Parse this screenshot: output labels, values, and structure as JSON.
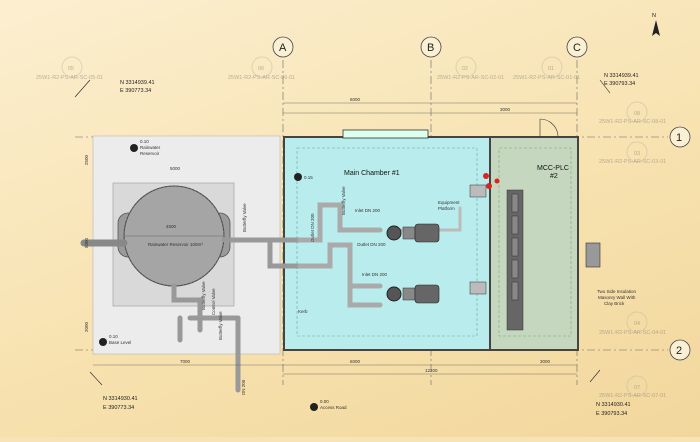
{
  "north_label": "N",
  "grid": {
    "columns": [
      "A",
      "B",
      "C"
    ],
    "rows": [
      "1",
      "2"
    ]
  },
  "rooms": {
    "main_chamber": "Main Chamber #1",
    "mcc_plc_line1": "MCC-PLC",
    "mcc_plc_line2": "#2"
  },
  "faint_markers": [
    {
      "num": "05",
      "ref": "25W1-R2-PS-AR-SC-05-01"
    },
    {
      "num": "06",
      "ref": "25W1-R2-PS-AR-SC-06-01"
    },
    {
      "num": "02",
      "ref": "25W1-R2-PS-AR-SC-02-01"
    },
    {
      "num": "01",
      "ref": "25W1-R2-PS-AR-SC-01-01"
    },
    {
      "num": "08",
      "ref": "25W1-R2-PS-AR-SC-08-01"
    },
    {
      "num": "03",
      "ref": "25W1-R2-PS-AR-SC-03-01"
    },
    {
      "num": "04",
      "ref": "25W1-R2-PS-AR-SC-04-01"
    },
    {
      "num": "07",
      "ref": "25W1-R2-PS-AR-SC-07-01"
    }
  ],
  "coords": {
    "nw": {
      "n": "N 3314939.41",
      "e": "E 390773.34"
    },
    "ne": {
      "n": "N 3314939.41",
      "e": "E 390793.34"
    },
    "sw": {
      "n": "N 3314930.41",
      "e": "E 390773.34"
    },
    "se": {
      "n": "N 3314930.41",
      "e": "E 390793.34"
    }
  },
  "labels": {
    "tank": "Rainwater Reservoir 100m³",
    "inlet_1": "Inlet DN 200",
    "outlet_1": "Outlet DN 200",
    "inlet_2": "Inlet DN 200",
    "equipment_platform_1": "Equipment",
    "equipment_platform_2": "Platform",
    "kerb": "Kerb",
    "butterfly_valve_1": "Butterfly Valve",
    "butterfly_valve_2": "Butterfly Valve",
    "control_valve": "Control Valve",
    "butterfly_valve_3": "Butterfly Valve",
    "outlet_dn": "Outlet DN 200",
    "butterfly_valve_4": "Butterfly Valve",
    "dn_pipe": "DN 200"
  },
  "notes": {
    "rainwater_line1": "0.10",
    "rainwater_line2": "Rainwater",
    "rainwater_line3": "Reservoir",
    "base_level_1": "0.10",
    "base_level_2": "Base Level",
    "road_1": "0.00",
    "road_2": "Access Road",
    "chamber_level": "0.15",
    "wall_1": "Two Side Insulation",
    "wall_2": "Masonry Wall With",
    "wall_3": "Clay Brick"
  },
  "dimensions": {
    "top_overall": "6000",
    "top_mcc": "3000",
    "tank_dia": "4500",
    "bottom_pad": "7000",
    "bottom_chamber": "6000",
    "bottom_overall": "12200",
    "bottom_mcc": "3000",
    "left_top": "2500",
    "left_mid": "5000",
    "left_bottom": "2000",
    "pad_width": "5000"
  }
}
